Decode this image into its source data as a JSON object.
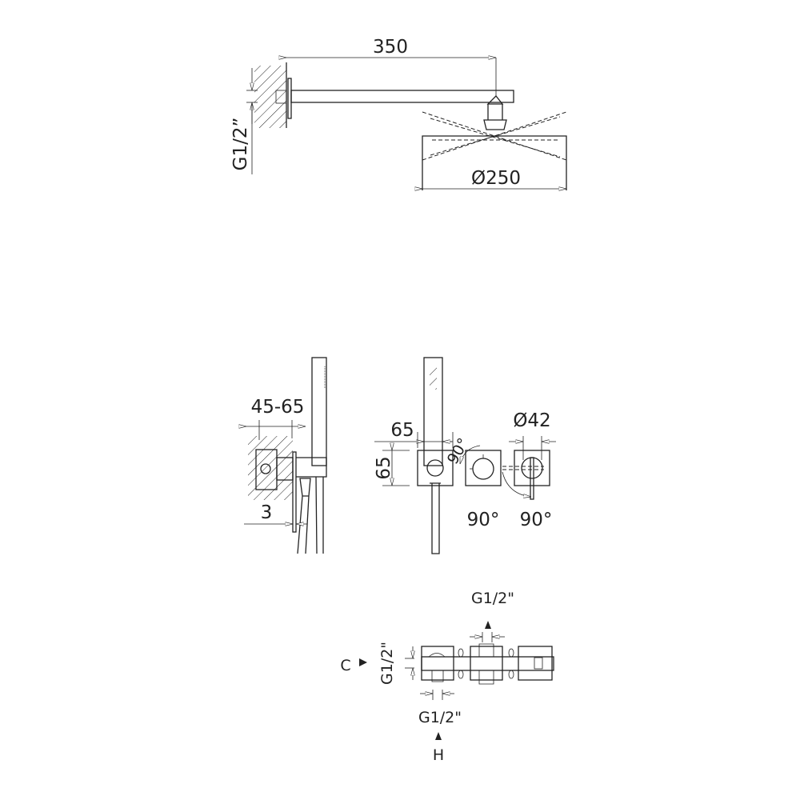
{
  "head_view": {
    "arm_length": "350",
    "thread": "G1/2”",
    "head_diameter": "Ø250"
  },
  "mixer_side": {
    "depth": "45-65",
    "plate": "3"
  },
  "mixer_front": {
    "width": "65",
    "height": "65",
    "rotation_small": "90°",
    "rotation_thermo": "90°",
    "rotation_lever": "90°",
    "knob_diameter": "Ø42"
  },
  "body_plan": {
    "outlet_top": "G1/2\"",
    "inlet_side": "G1/2\"",
    "inlet_bottom": "G1/2\"",
    "cold_label": "C",
    "hot_label": "H"
  }
}
